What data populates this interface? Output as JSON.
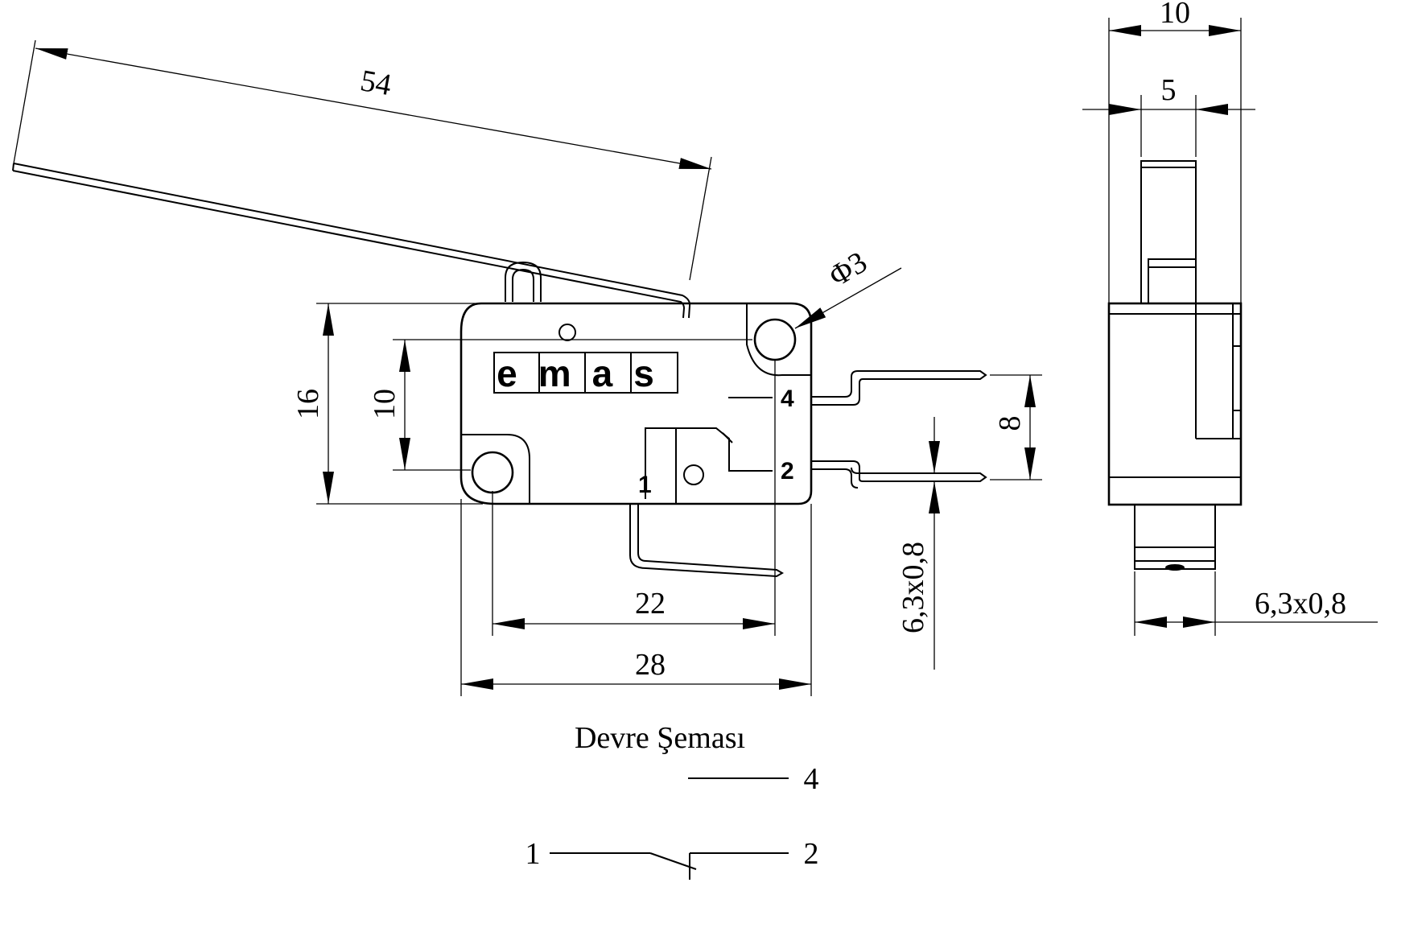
{
  "brand": {
    "logo_text": "emas"
  },
  "dimensions": {
    "lever_length": "54",
    "hole_diameter": "Φ3",
    "body_height": "16",
    "hole_spacing_vertical": "10",
    "terminal_pitch": "8",
    "hole_spacing_horizontal": "22",
    "body_length": "28",
    "terminal_size_front": "6,3x0,8",
    "side_width": "10",
    "side_actuator_width": "5",
    "terminal_size_side": "6,3x0,8"
  },
  "terminals": {
    "t1": "1",
    "t2": "2",
    "t4": "4"
  },
  "circuit": {
    "title": "Devre Şeması",
    "label_4": "4",
    "label_1": "1",
    "label_2": "2"
  },
  "colors": {
    "line": "#000000",
    "background": "#ffffff"
  }
}
